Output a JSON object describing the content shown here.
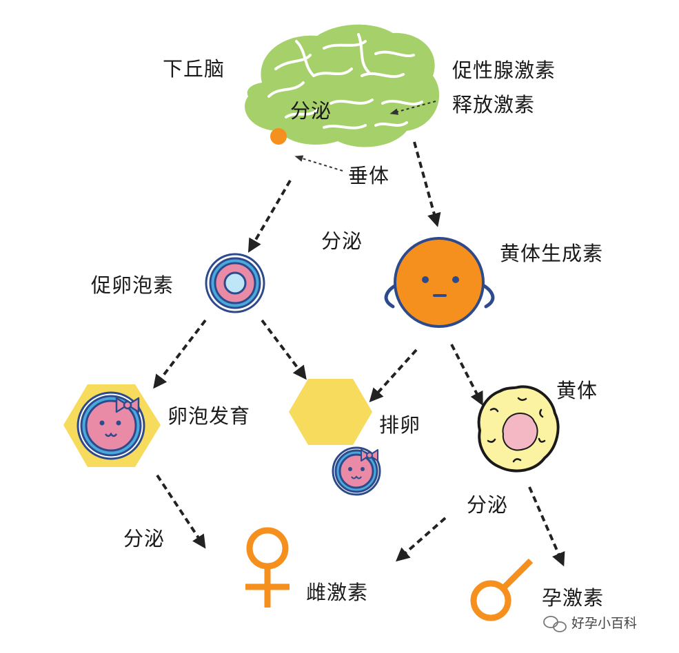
{
  "labels": {
    "hypothalamus": "下丘脑",
    "secrete_top": "分泌",
    "gnrh_line1": "促性腺激素",
    "gnrh_line2": "释放激素",
    "pituitary": "垂体",
    "secrete_mid": "分泌",
    "fsh": "促卵泡素",
    "lh": "黄体生成素",
    "follicle_dev": "卵泡发育",
    "ovulation": "排卵",
    "corpus_luteum": "黄体",
    "secrete_left": "分泌",
    "secrete_right": "分泌",
    "estrogen": "雌激素",
    "progesterone": "孕激素"
  },
  "watermark": "好孕小百科",
  "colors": {
    "brain": "#a6d06a",
    "brain_lines": "#ffffff",
    "hypothalamus_dot": "#f5901e",
    "lh_face": "#f5901e",
    "outline_blue": "#2d4a8c",
    "ring_blue": "#4aa9dc",
    "cell_pink": "#e98aa6",
    "inner_blue": "#bfe6f8",
    "hexagon": "#f6db5c",
    "corpus_yellow": "#fbf3a2",
    "symbol_orange": "#f5901e",
    "arrow": "#222222"
  }
}
